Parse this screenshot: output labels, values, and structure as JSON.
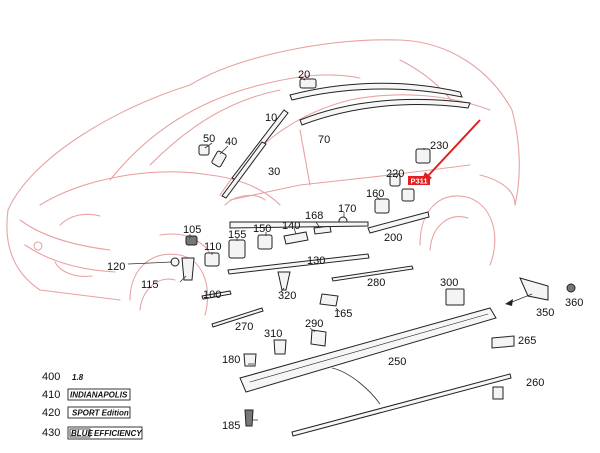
{
  "labels": {
    "p10": "10",
    "p20": "20",
    "p30": "30",
    "p40": "40",
    "p50": "50",
    "p70": "70",
    "p100": "100",
    "p105": "105",
    "p110": "110",
    "p115": "115",
    "p120": "120",
    "p130": "130",
    "p140": "140",
    "p150": "150",
    "p155": "155",
    "p160": "160",
    "p165": "165",
    "p168": "168",
    "p170": "170",
    "p180": "180",
    "p185": "185",
    "p200": "200",
    "p220": "220",
    "p230": "230",
    "p250": "250",
    "p260": "260",
    "p265": "265",
    "p270": "270",
    "p280": "280",
    "p290": "290",
    "p300": "300",
    "p310": "310",
    "p320": "320",
    "p350": "350",
    "p360": "360"
  },
  "badges": [
    {
      "number": "400",
      "text": "1.8"
    },
    {
      "number": "410",
      "text": "INDIANAPOLIS"
    },
    {
      "number": "420",
      "text": "SPORT Edition"
    },
    {
      "number": "430",
      "text": "EFFICIENCY",
      "prefix": "BLUE"
    }
  ],
  "highlight": {
    "label": "P311",
    "color": "#e02020"
  },
  "colors": {
    "car_outline": "#e8a2a2",
    "parts": "#222222",
    "arrow": "#e02020"
  }
}
